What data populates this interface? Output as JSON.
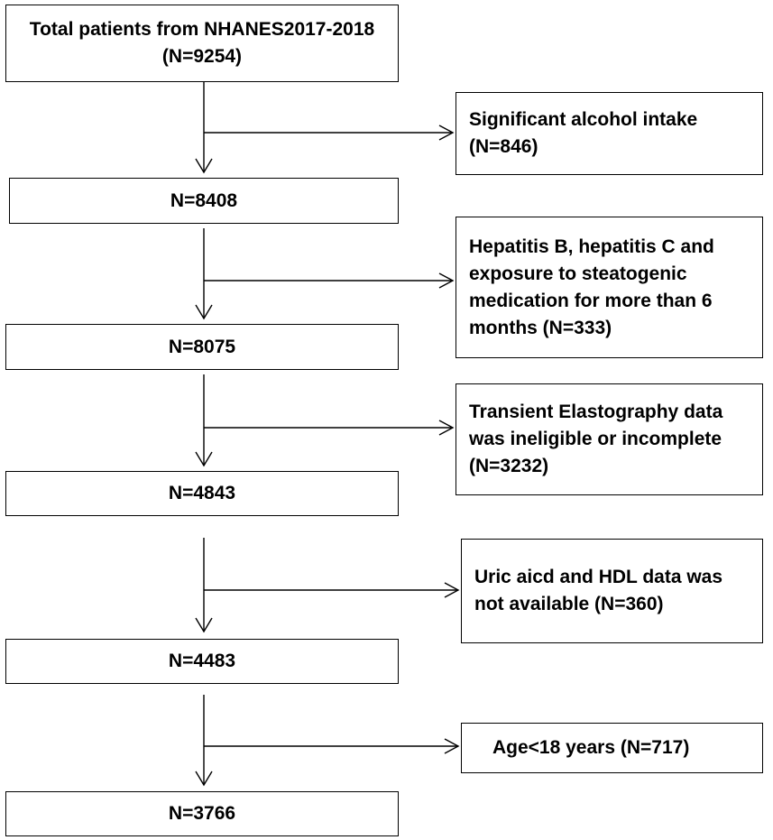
{
  "main_steps": [
    {
      "lines": [
        "Total patients from NHANES2017-2018",
        "(N=9254)"
      ]
    },
    {
      "lines": [
        "N=8408"
      ]
    },
    {
      "lines": [
        "N=8075"
      ]
    },
    {
      "lines": [
        "N=4843"
      ]
    },
    {
      "lines": [
        "N=4483"
      ]
    },
    {
      "lines": [
        "N=3766"
      ]
    }
  ],
  "exclusions": [
    {
      "lines": [
        "Significant alcohol intake",
        "(N=846)"
      ]
    },
    {
      "lines": [
        "Hepatitis B, hepatitis C and",
        "exposure to steatogenic",
        "medication for more than 6",
        "months (N=333)"
      ]
    },
    {
      "lines": [
        "Transient Elastography data",
        "was ineligible or incomplete",
        "(N=3232)"
      ]
    },
    {
      "lines": [
        "Uric aicd and HDL data was",
        "not available (N=360)"
      ]
    },
    {
      "lines": [
        "Age<18 years (N=717)"
      ]
    }
  ]
}
